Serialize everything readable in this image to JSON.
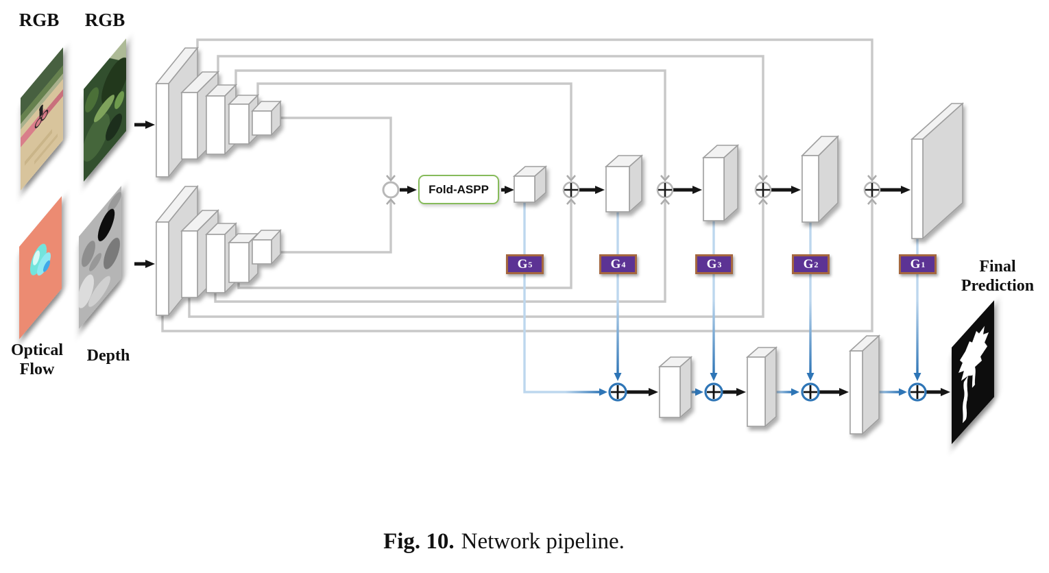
{
  "figure": {
    "caption_label": "Fig. 10.",
    "caption_text": "Network pipeline."
  },
  "inputs": {
    "rgb_top": "RGB",
    "rgb_bottom": "RGB",
    "optical_flow": "Optical Flow",
    "depth": "Depth"
  },
  "modules": {
    "fold_aspp": "Fold-ASPP"
  },
  "gates": [
    {
      "base": "G",
      "sup": "5"
    },
    {
      "base": "G",
      "sup": "4"
    },
    {
      "base": "G",
      "sup": "3"
    },
    {
      "base": "G",
      "sup": "2"
    },
    {
      "base": "G",
      "sup": "1"
    }
  ],
  "output": {
    "label": "Final Prediction"
  },
  "colors": {
    "gate_fill": "#5C3394",
    "gate_border": "#A5673F",
    "fold_aspp_border": "#86BB5A",
    "skip_line_gray": "#C8C8C8",
    "flow_blue_light": "#BDD7EE",
    "flow_blue_dark": "#2E75B6",
    "arrow_black": "#151515"
  }
}
